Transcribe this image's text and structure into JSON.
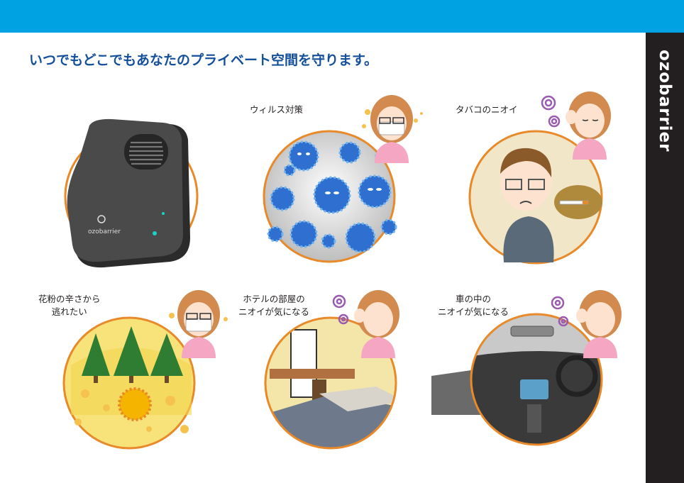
{
  "header": {
    "band_color": "#00a2e2"
  },
  "sidebar": {
    "brand": "ozobarrier",
    "band_color": "#231f20"
  },
  "headline": "いつでもどこでもあなたのプライベート空間を守ります。",
  "device": {
    "logo_text": "ozobarrier"
  },
  "scenes": {
    "virus": {
      "caption": "ウィルス対策"
    },
    "tobacco": {
      "caption": "タバコのニオイ"
    },
    "pollen": {
      "caption_line1": "花粉の辛さから",
      "caption_line2": "逃れたい"
    },
    "hotel": {
      "caption_line1": "ホテルの部屋の",
      "caption_line2": "ニオイが気になる"
    },
    "car": {
      "caption_line1": "車の中の",
      "caption_line2": "ニオイが気になる"
    }
  },
  "colors": {
    "circle_border": "#e8892a",
    "headline": "#134f9b",
    "virus_blue": "#2f6fd0"
  }
}
